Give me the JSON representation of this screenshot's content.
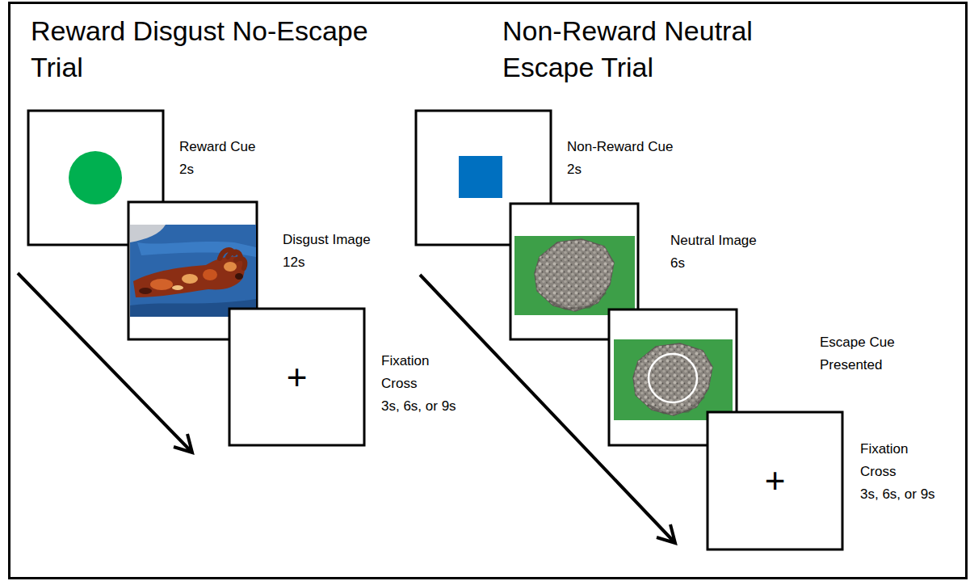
{
  "diagram": {
    "nodes": [
      {
        "text": [
          "Reward Cue",
          "2s"
        ]
      },
      {
        "text": [
          "Disgust Image",
          "12s"
        ]
      },
      {
        "text": [
          "+",
          "Fixation Cross",
          "3s, 6s, or 9s"
        ]
      },
      {
        "text": [
          "Non-Reward Cue",
          "2s"
        ]
      },
      {
        "text": [
          "Neutral Image",
          "6s"
        ]
      },
      {
        "text": [
          "Escape Cue Presented"
        ]
      },
      {
        "text": [
          "+",
          "Fixation Cross",
          "3s, 6s, or 9s"
        ]
      }
    ],
    "labels": [
      "Reward Disgust No-Escape Trial",
      "Non-Reward Neutral Escape Trial"
    ]
  }
}
